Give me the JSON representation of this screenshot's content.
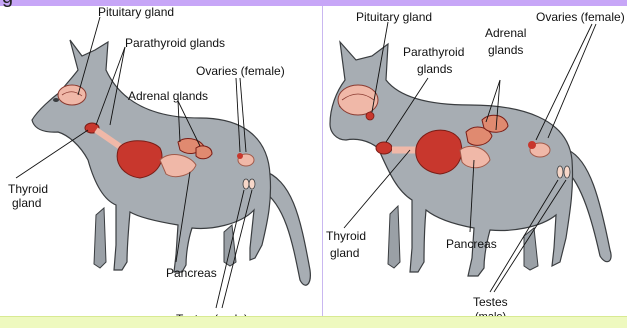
{
  "header": {
    "title_fragment": "g"
  },
  "left_panel": {
    "labels": {
      "pituitary": "Pituitary gland",
      "parathyroid": "Parathyroid glands",
      "adrenal": "Adrenal glands",
      "ovaries": "Ovaries (female)",
      "thyroid_line1": "Thyroid",
      "thyroid_line2": "gland",
      "pancreas": "Pancreas",
      "testes": "Testes (male)"
    }
  },
  "right_panel": {
    "labels": {
      "pituitary": "Pituitary gland",
      "parathyroid_line1": "Parathyroid",
      "parathyroid_line2": "glands",
      "adrenal_line1": "Adrenal",
      "adrenal_line2": "glands",
      "ovaries": "Ovaries (female)",
      "thyroid_line1": "Thyroid",
      "thyroid_line2": "gland",
      "pancreas": "Pancreas",
      "testes_line1": "Testes",
      "testes_line2": "(male)"
    }
  },
  "colors": {
    "cat_body": "#a7adb3",
    "cat_outline": "#3a3d40",
    "organ_red": "#c8372d",
    "organ_pink": "#f0b8a8",
    "top_band": "#c7a6f7",
    "bottom_band": "#eef9bf"
  }
}
